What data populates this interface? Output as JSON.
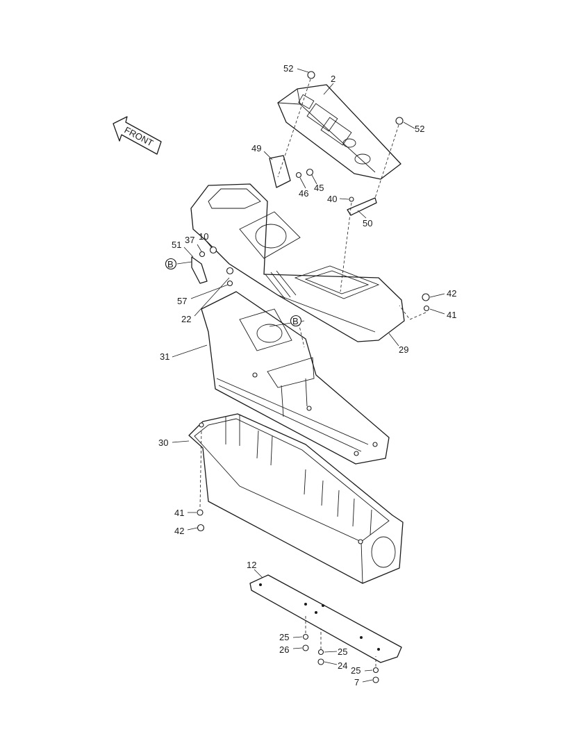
{
  "front_arrow": {
    "label": "FRONT"
  },
  "callouts": {
    "c52a": "52",
    "c2": "2",
    "c52b": "52",
    "c49": "49",
    "c46": "46",
    "c45": "45",
    "c40": "40",
    "c50": "50",
    "c10": "10",
    "c37": "37",
    "c51": "51",
    "cB1": "B",
    "c57": "57",
    "c22": "22",
    "cB2": "B",
    "c42a": "42",
    "c41a": "41",
    "c29": "29",
    "c31": "31",
    "c30": "30",
    "c41b": "41",
    "c42b": "42",
    "c12": "12",
    "c25a": "25",
    "c26": "26",
    "c25b": "25",
    "c24": "24",
    "c25c": "25",
    "c7": "7"
  }
}
